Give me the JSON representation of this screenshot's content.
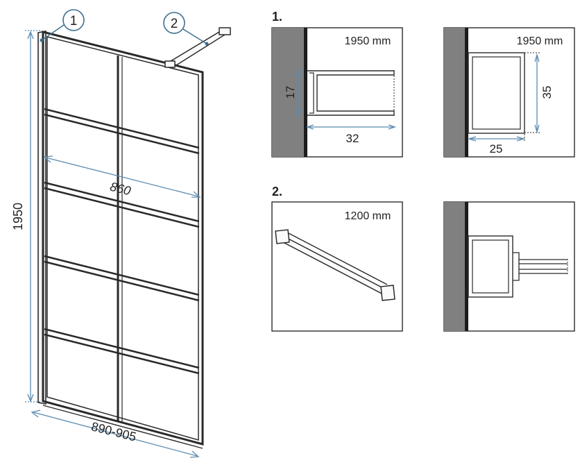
{
  "callouts": {
    "panel_label": "1",
    "bar_label": "2"
  },
  "dimensions": {
    "height": "1950",
    "width_inner": "860",
    "width_outer": "890-905"
  },
  "section1": {
    "label": "1.",
    "detail_left": {
      "length": "1950 mm",
      "profile_height": "17",
      "profile_depth": "32"
    },
    "detail_right": {
      "length": "1950 mm",
      "profile_height": "35",
      "profile_depth": "25"
    }
  },
  "section2": {
    "label": "2.",
    "detail_left": {
      "length": "1200 mm"
    }
  },
  "colors": {
    "frame": "#2a2a2a",
    "dimension": "#5b8bb0",
    "wall": "#808080",
    "callout": "#3c6f91"
  }
}
